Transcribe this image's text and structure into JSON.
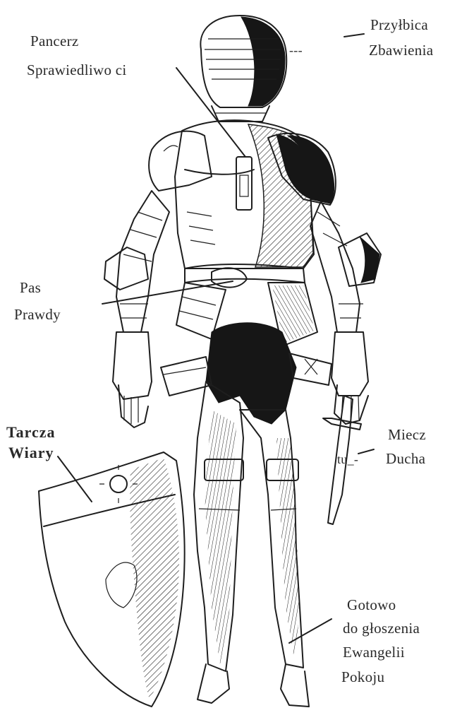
{
  "labels": {
    "breastplate": [
      "Pancerz",
      "Sprawiedliwo ci"
    ],
    "helmet": [
      "Przyłbica",
      "Zbawienia"
    ],
    "belt": [
      "Pas",
      "Prawdy"
    ],
    "shield": [
      "Tarcza",
      "Wiary"
    ],
    "sword": [
      "Miecz",
      "Ducha"
    ],
    "shoes": [
      "Gotowo",
      "do głoszenia",
      "Ewangelii",
      "Pokoju"
    ]
  },
  "marks": {
    "helmet_dashes": "---",
    "sword_dashes": "tu_-"
  }
}
